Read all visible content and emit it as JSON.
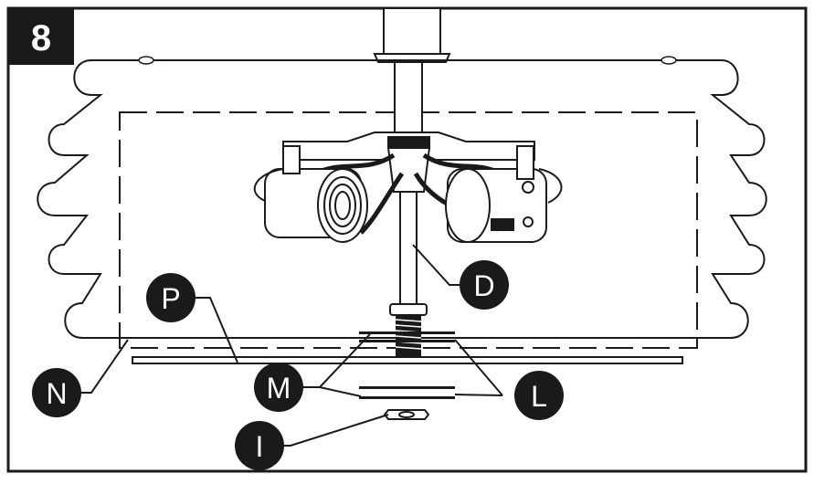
{
  "step_number": "8",
  "callouts": {
    "D": "D",
    "P": "P",
    "N": "N",
    "M": "M",
    "L": "L",
    "I": "I"
  },
  "colors": {
    "ink": "#1a1a1a",
    "background": "#ffffff"
  }
}
